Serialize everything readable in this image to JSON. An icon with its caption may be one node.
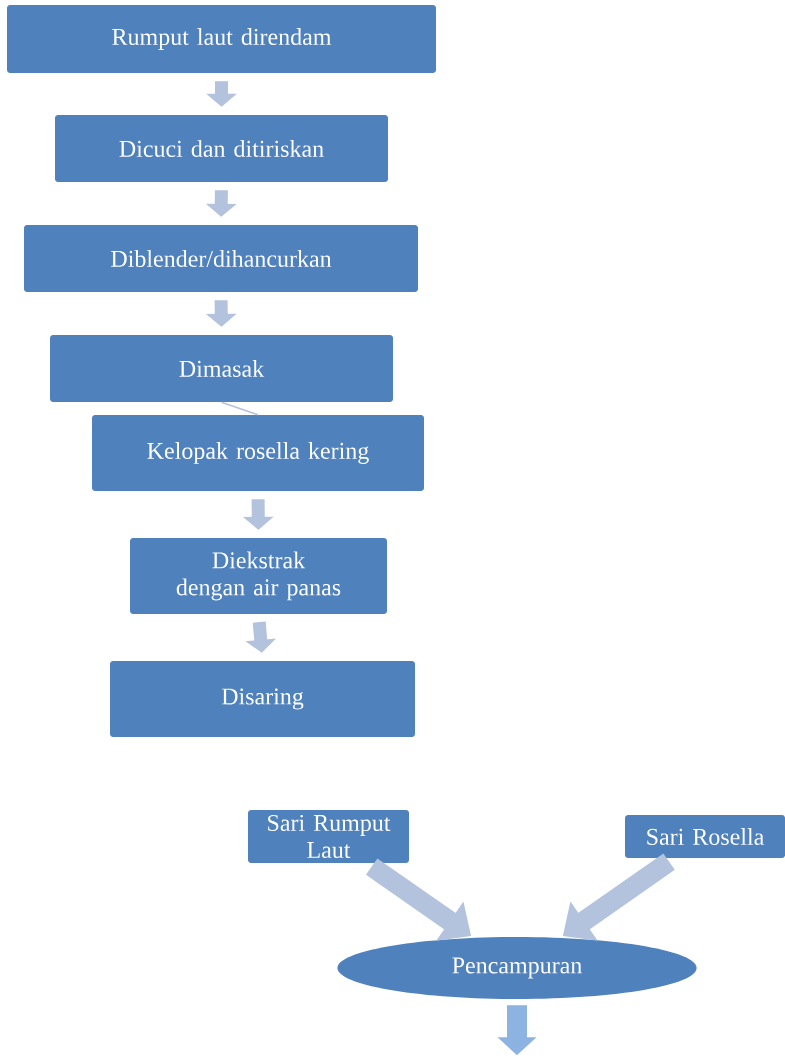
{
  "diagram": {
    "nodes": [
      {
        "text": [
          "Rumput laut direndam"
        ]
      },
      {
        "text": [
          "Dicuci dan ditiriskan"
        ]
      },
      {
        "text": [
          "Diblender/dihancurkan"
        ]
      },
      {
        "text": [
          "Dimasak"
        ]
      },
      {
        "text": [
          "Kelopak  rosella kering"
        ]
      },
      {
        "text": [
          "Diekstrak dengan air panas"
        ]
      },
      {
        "text": [
          "Disaring"
        ]
      },
      {
        "text": [
          "Sari Rumput Laut"
        ]
      },
      {
        "text": [
          "Sari Rosella"
        ]
      },
      {
        "text": [
          "Pencampuran"
        ]
      }
    ],
    "edges": [
      {
        "from": 0,
        "to": 1,
        "arrow": "to"
      },
      {
        "from": 1,
        "to": 2,
        "arrow": "to"
      },
      {
        "from": 2,
        "to": 3,
        "arrow": "to"
      },
      {
        "from": 3,
        "to": 4,
        "arrow": "none"
      },
      {
        "from": 4,
        "to": 5,
        "arrow": "to"
      },
      {
        "from": 5,
        "to": 6,
        "arrow": "to"
      },
      {
        "from": 7,
        "to": 9,
        "arrow": "to"
      },
      {
        "from": 8,
        "to": 9,
        "arrow": "to"
      },
      {
        "from": 9,
        "to": null,
        "arrow": "to",
        "color": "#8db3e2"
      }
    ]
  }
}
